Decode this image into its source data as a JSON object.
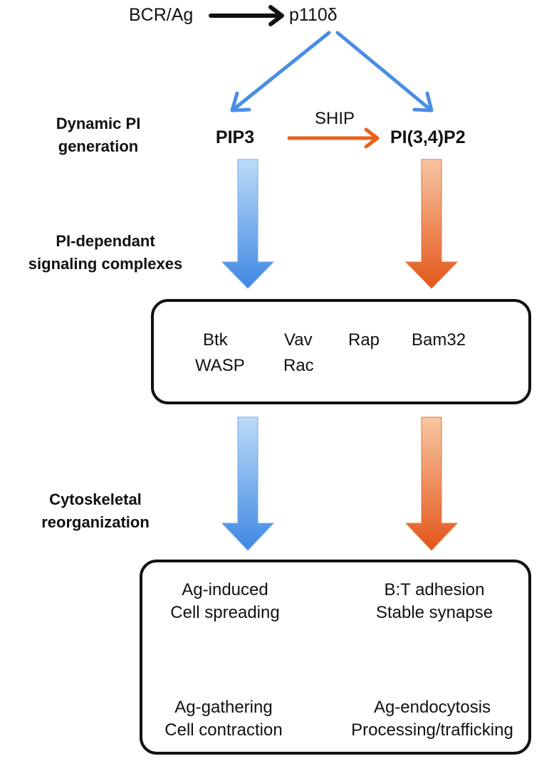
{
  "top": {
    "source": "BCR/Ag",
    "target": "p110δ"
  },
  "pi": {
    "left": "PIP3",
    "right": "PI(3,4)P2",
    "enzyme": "SHIP"
  },
  "side_labels": {
    "generation": [
      "Dynamic PI",
      "generation"
    ],
    "complexes": [
      "PI-dependant",
      "signaling complexes"
    ],
    "cytoskeletal": [
      "Cytoskeletal",
      "reorganization"
    ]
  },
  "complexes_box": {
    "btk": "Btk",
    "wasp": "WASP",
    "vav": "Vav",
    "rac": "Rac",
    "rap": "Rap",
    "bam32": "Bam32"
  },
  "outcomes_box": {
    "spreading": [
      "Ag-induced",
      "Cell spreading"
    ],
    "adhesion": [
      "B:T adhesion",
      "Stable synapse"
    ],
    "gathering": [
      "Ag-gathering",
      "Cell contraction"
    ],
    "endocytosis": [
      "Ag-endocytosis",
      "Processing/trafficking"
    ]
  },
  "colors": {
    "blue": "#4a8ee4",
    "blue_light": "#bcdcf8",
    "orange": "#e8621c",
    "orange_light": "#f8c6a2",
    "green": "#3aa32a",
    "black": "#111111"
  }
}
